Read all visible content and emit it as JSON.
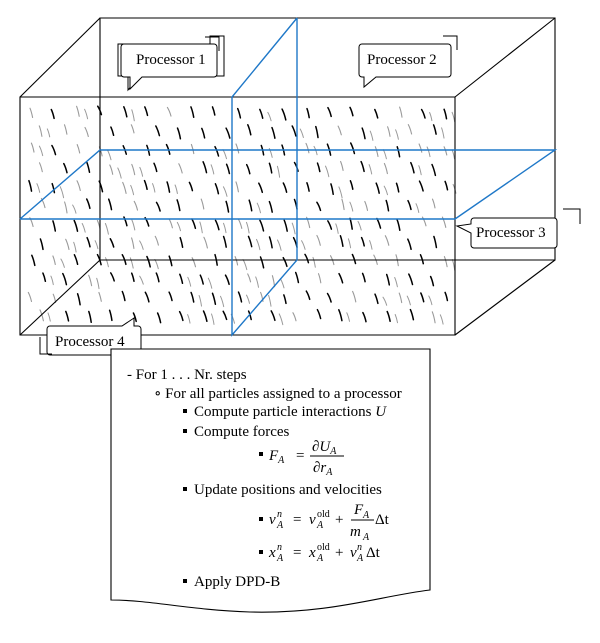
{
  "diagram": {
    "processors": [
      {
        "id": "p1",
        "label": "Processor 1"
      },
      {
        "id": "p2",
        "label": "Processor 2"
      },
      {
        "id": "p3",
        "label": "Processor 3"
      },
      {
        "id": "p4",
        "label": "Processor 4"
      }
    ],
    "colors": {
      "outline": "#000000",
      "partition": "#1f78c8",
      "particle_dark": "#000000",
      "particle_light": "#9a9a9a"
    }
  },
  "algorithm": {
    "line1": "- For 1 . . . Nr. steps",
    "line2": "∘ For all particles assigned to a processor",
    "line3_text": "Compute particle interactions ",
    "line3_var": "U",
    "line4": "Compute forces",
    "line5": "Update positions and velocities",
    "line6": "Apply DPD-B",
    "eq_force": {
      "lhs": "F",
      "lhs_sub": "A",
      "equals": "=",
      "num_d": "∂U",
      "num_sub": "A",
      "den_d": "∂r",
      "den_sub": "A"
    },
    "eq_velocity": {
      "lhs": "v",
      "sup_n": "n",
      "sub_a": "A",
      "equals": "=",
      "term1": "v",
      "sup_old": "old",
      "plus": "+",
      "num": "F",
      "den": "m",
      "delta": "Δt"
    },
    "eq_position": {
      "lhs": "x",
      "sup_n": "n",
      "sub_a": "A",
      "equals": "=",
      "term1": "x",
      "sup_old": "old",
      "plus": "+",
      "v": "v",
      "delta": "Δt"
    }
  }
}
